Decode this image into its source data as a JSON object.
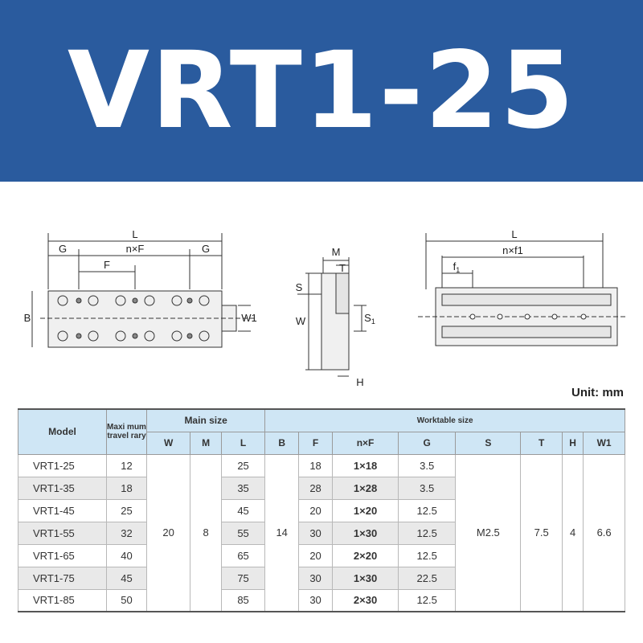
{
  "banner": {
    "title": "VRT1-25"
  },
  "drawings": {
    "top_view": {
      "L": "L",
      "G_left": "G",
      "nF": "n×F",
      "G_right": "G",
      "F": "F",
      "B": "B",
      "W1": "W1"
    },
    "side_view": {
      "M": "M",
      "T": "T",
      "S": "S",
      "W": "W",
      "S1": "S",
      "S1_sub": "1",
      "H": "H"
    },
    "front_view": {
      "L": "L",
      "nf1": "n×f1",
      "f1": "f",
      "f1_sub": "1"
    }
  },
  "unit": "Unit: mm",
  "table": {
    "headers": {
      "model": "Model",
      "maxi": "Maxi mum travel rary",
      "main_size": "Main size",
      "worktable_size": "Worktable size",
      "W": "W",
      "M": "M",
      "L": "L",
      "B": "B",
      "F": "F",
      "nF": "n×F",
      "G": "G",
      "S": "S",
      "T": "T",
      "H": "H",
      "W1": "W1"
    },
    "shared": {
      "W": "20",
      "M": "8",
      "B": "14",
      "S": "M2.5",
      "T": "7.5",
      "H": "4",
      "W1": "6.6"
    },
    "rows": [
      {
        "model": "VRT1-25",
        "travel": "12",
        "L": "25",
        "F": "18",
        "nF": "1×18",
        "G": "3.5"
      },
      {
        "model": "VRT1-35",
        "travel": "18",
        "L": "35",
        "F": "28",
        "nF": "1×28",
        "G": "3.5"
      },
      {
        "model": "VRT1-45",
        "travel": "25",
        "L": "45",
        "F": "20",
        "nF": "1×20",
        "G": "12.5"
      },
      {
        "model": "VRT1-55",
        "travel": "32",
        "L": "55",
        "F": "30",
        "nF": "1×30",
        "G": "12.5"
      },
      {
        "model": "VRT1-65",
        "travel": "40",
        "L": "65",
        "F": "20",
        "nF": "2×20",
        "G": "12.5"
      },
      {
        "model": "VRT1-75",
        "travel": "45",
        "L": "75",
        "F": "30",
        "nF": "1×30",
        "G": "22.5"
      },
      {
        "model": "VRT1-85",
        "travel": "50",
        "L": "85",
        "F": "30",
        "nF": "2×30",
        "G": "12.5"
      }
    ]
  },
  "colors": {
    "banner": "#2a5b9e",
    "header_bg": "#cfe6f5",
    "stripe": "#e9e9e9"
  }
}
